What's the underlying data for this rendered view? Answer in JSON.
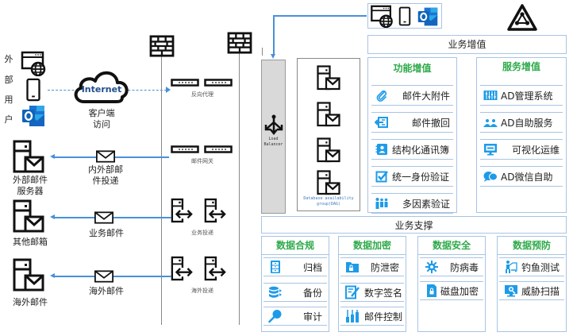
{
  "left": {
    "external_users_label": [
      "外",
      "部",
      "用",
      "户"
    ],
    "internet_label": "Internet",
    "client_access_label": [
      "客户端",
      "访问"
    ],
    "reverse_proxy_label": "反向代理",
    "mail_gateway_label": "邮件网关",
    "business_delivery_label": "业务投递",
    "overseas_delivery_label": "海外投递",
    "rows": [
      {
        "server_label": [
          "外部邮件",
          "服务器"
        ],
        "flow_label": [
          "内外部邮",
          "件投递"
        ]
      },
      {
        "server_label": [
          "其他邮箱"
        ],
        "flow_label": [
          "业务邮件"
        ]
      },
      {
        "server_label": [
          "海外邮件"
        ],
        "flow_label": [
          "海外邮件"
        ]
      }
    ]
  },
  "middle": {
    "load_balancer_label": [
      "Load",
      "Balancer"
    ],
    "dag_label": [
      "Database availability",
      "group(DAG)"
    ]
  },
  "value_added": {
    "title": "业务增值",
    "functional": {
      "title": "功能增值",
      "items": [
        {
          "icon": "paperclip-icon",
          "label": "邮件大附件"
        },
        {
          "icon": "recall-icon",
          "label": "邮件撤回"
        },
        {
          "icon": "contact-book-icon",
          "label": "结构化通讯簿"
        },
        {
          "icon": "checkbox-icon",
          "label": "统一身份验证"
        },
        {
          "icon": "multi-user-icon",
          "label": "多因素验证"
        }
      ]
    },
    "service": {
      "title": "服务增值",
      "items": [
        {
          "icon": "management-icon",
          "label": "AD管理系统"
        },
        {
          "icon": "users-icon",
          "label": "AD自助服务"
        },
        {
          "icon": "monitor-icon",
          "label": "可视化运维"
        },
        {
          "icon": "chat-icon",
          "label": "AD微信自助"
        }
      ]
    }
  },
  "support": {
    "title": "业务支撑",
    "columns": [
      {
        "title": "数据合规",
        "items": [
          {
            "icon": "cabinet-icon",
            "label": "归档"
          },
          {
            "icon": "database-icon",
            "label": "备份"
          },
          {
            "icon": "magnifier-icon",
            "label": "审计"
          }
        ]
      },
      {
        "title": "数据加密",
        "items": [
          {
            "icon": "locked-folder-icon",
            "label": "防泄密"
          },
          {
            "icon": "signature-icon",
            "label": "数字签名"
          },
          {
            "icon": "sliders-icon",
            "label": "邮件控制"
          }
        ]
      },
      {
        "title": "数据安全",
        "items": [
          {
            "icon": "virus-icon",
            "label": "防病毒"
          },
          {
            "icon": "locked-file-icon",
            "label": "磁盘加密"
          }
        ]
      },
      {
        "title": "数据预防",
        "items": [
          {
            "icon": "phishing-icon",
            "label": "钓鱼测试"
          },
          {
            "icon": "scan-icon",
            "label": "威胁扫描"
          }
        ]
      }
    ]
  },
  "colors": {
    "accent_blue": "#4a90d9",
    "panel_border": "#a8c4e4",
    "green_heading": "#2eaa4a",
    "icon_blue": "#1e9be8"
  }
}
